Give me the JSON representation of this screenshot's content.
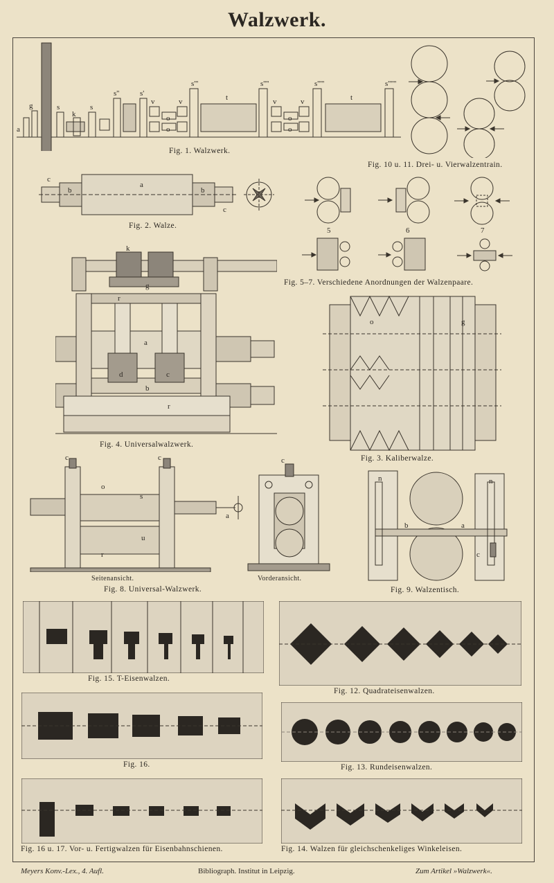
{
  "title": "Walzwerk.",
  "captions": {
    "fig1": "Fig. 1. Walzwerk.",
    "fig10_11": "Fig. 10 u. 11. Drei- u. Vierwalzentrain.",
    "fig2": "Fig. 2. Walze.",
    "fig5_7": "Fig. 5–7. Verschiedene Anordnungen der Walzenpaare.",
    "fig4": "Fig. 4. Universalwalzwerk.",
    "fig3": "Fig. 3. Kaliberwalze.",
    "fig8_side": "Seitenansicht.",
    "fig8_front": "Vorderansicht.",
    "fig8": "Fig. 8. Universal-Walzwerk.",
    "fig9": "Fig. 9. Walzentisch.",
    "fig15": "Fig. 15. T-Eisenwalzen.",
    "fig12": "Fig. 12. Quadrateisenwalzen.",
    "fig16": "Fig. 16.",
    "fig13": "Fig. 13. Rundeisenwalzen.",
    "fig16_17": "Fig. 16 u. 17. Vor- u. Fertigwalzen für Eisenbahnschienen.",
    "fig14": "Fig. 14. Walzen für gleichschenkeliges Winkeleisen."
  },
  "labels": {
    "fig1": [
      "a",
      "g",
      "s",
      "k",
      "s",
      "s''",
      "s'",
      "v",
      "v",
      "o",
      "o",
      "s'''",
      "t",
      "s''''",
      "v",
      "v",
      "o",
      "o",
      "s'''''",
      "t",
      "s''''''"
    ],
    "fig2": [
      "c",
      "b",
      "a",
      "b",
      "c"
    ],
    "fig5_7": [
      "5",
      "6",
      "7"
    ],
    "fig4": [
      "k",
      "g",
      "r",
      "a",
      "d",
      "c",
      "b",
      "r"
    ],
    "fig3": [
      "o",
      "g"
    ],
    "fig8": [
      "c",
      "c",
      "o",
      "s",
      "a",
      "u",
      "r",
      "c"
    ],
    "fig9": [
      "n",
      "n",
      "b",
      "a",
      "c"
    ]
  },
  "footer": {
    "left": "Meyers Konv.-Lex., 4. Aufl.",
    "center": "Bibliograph. Institut in Leipzig.",
    "right": "Zum Artikel »Walzwerk«."
  }
}
